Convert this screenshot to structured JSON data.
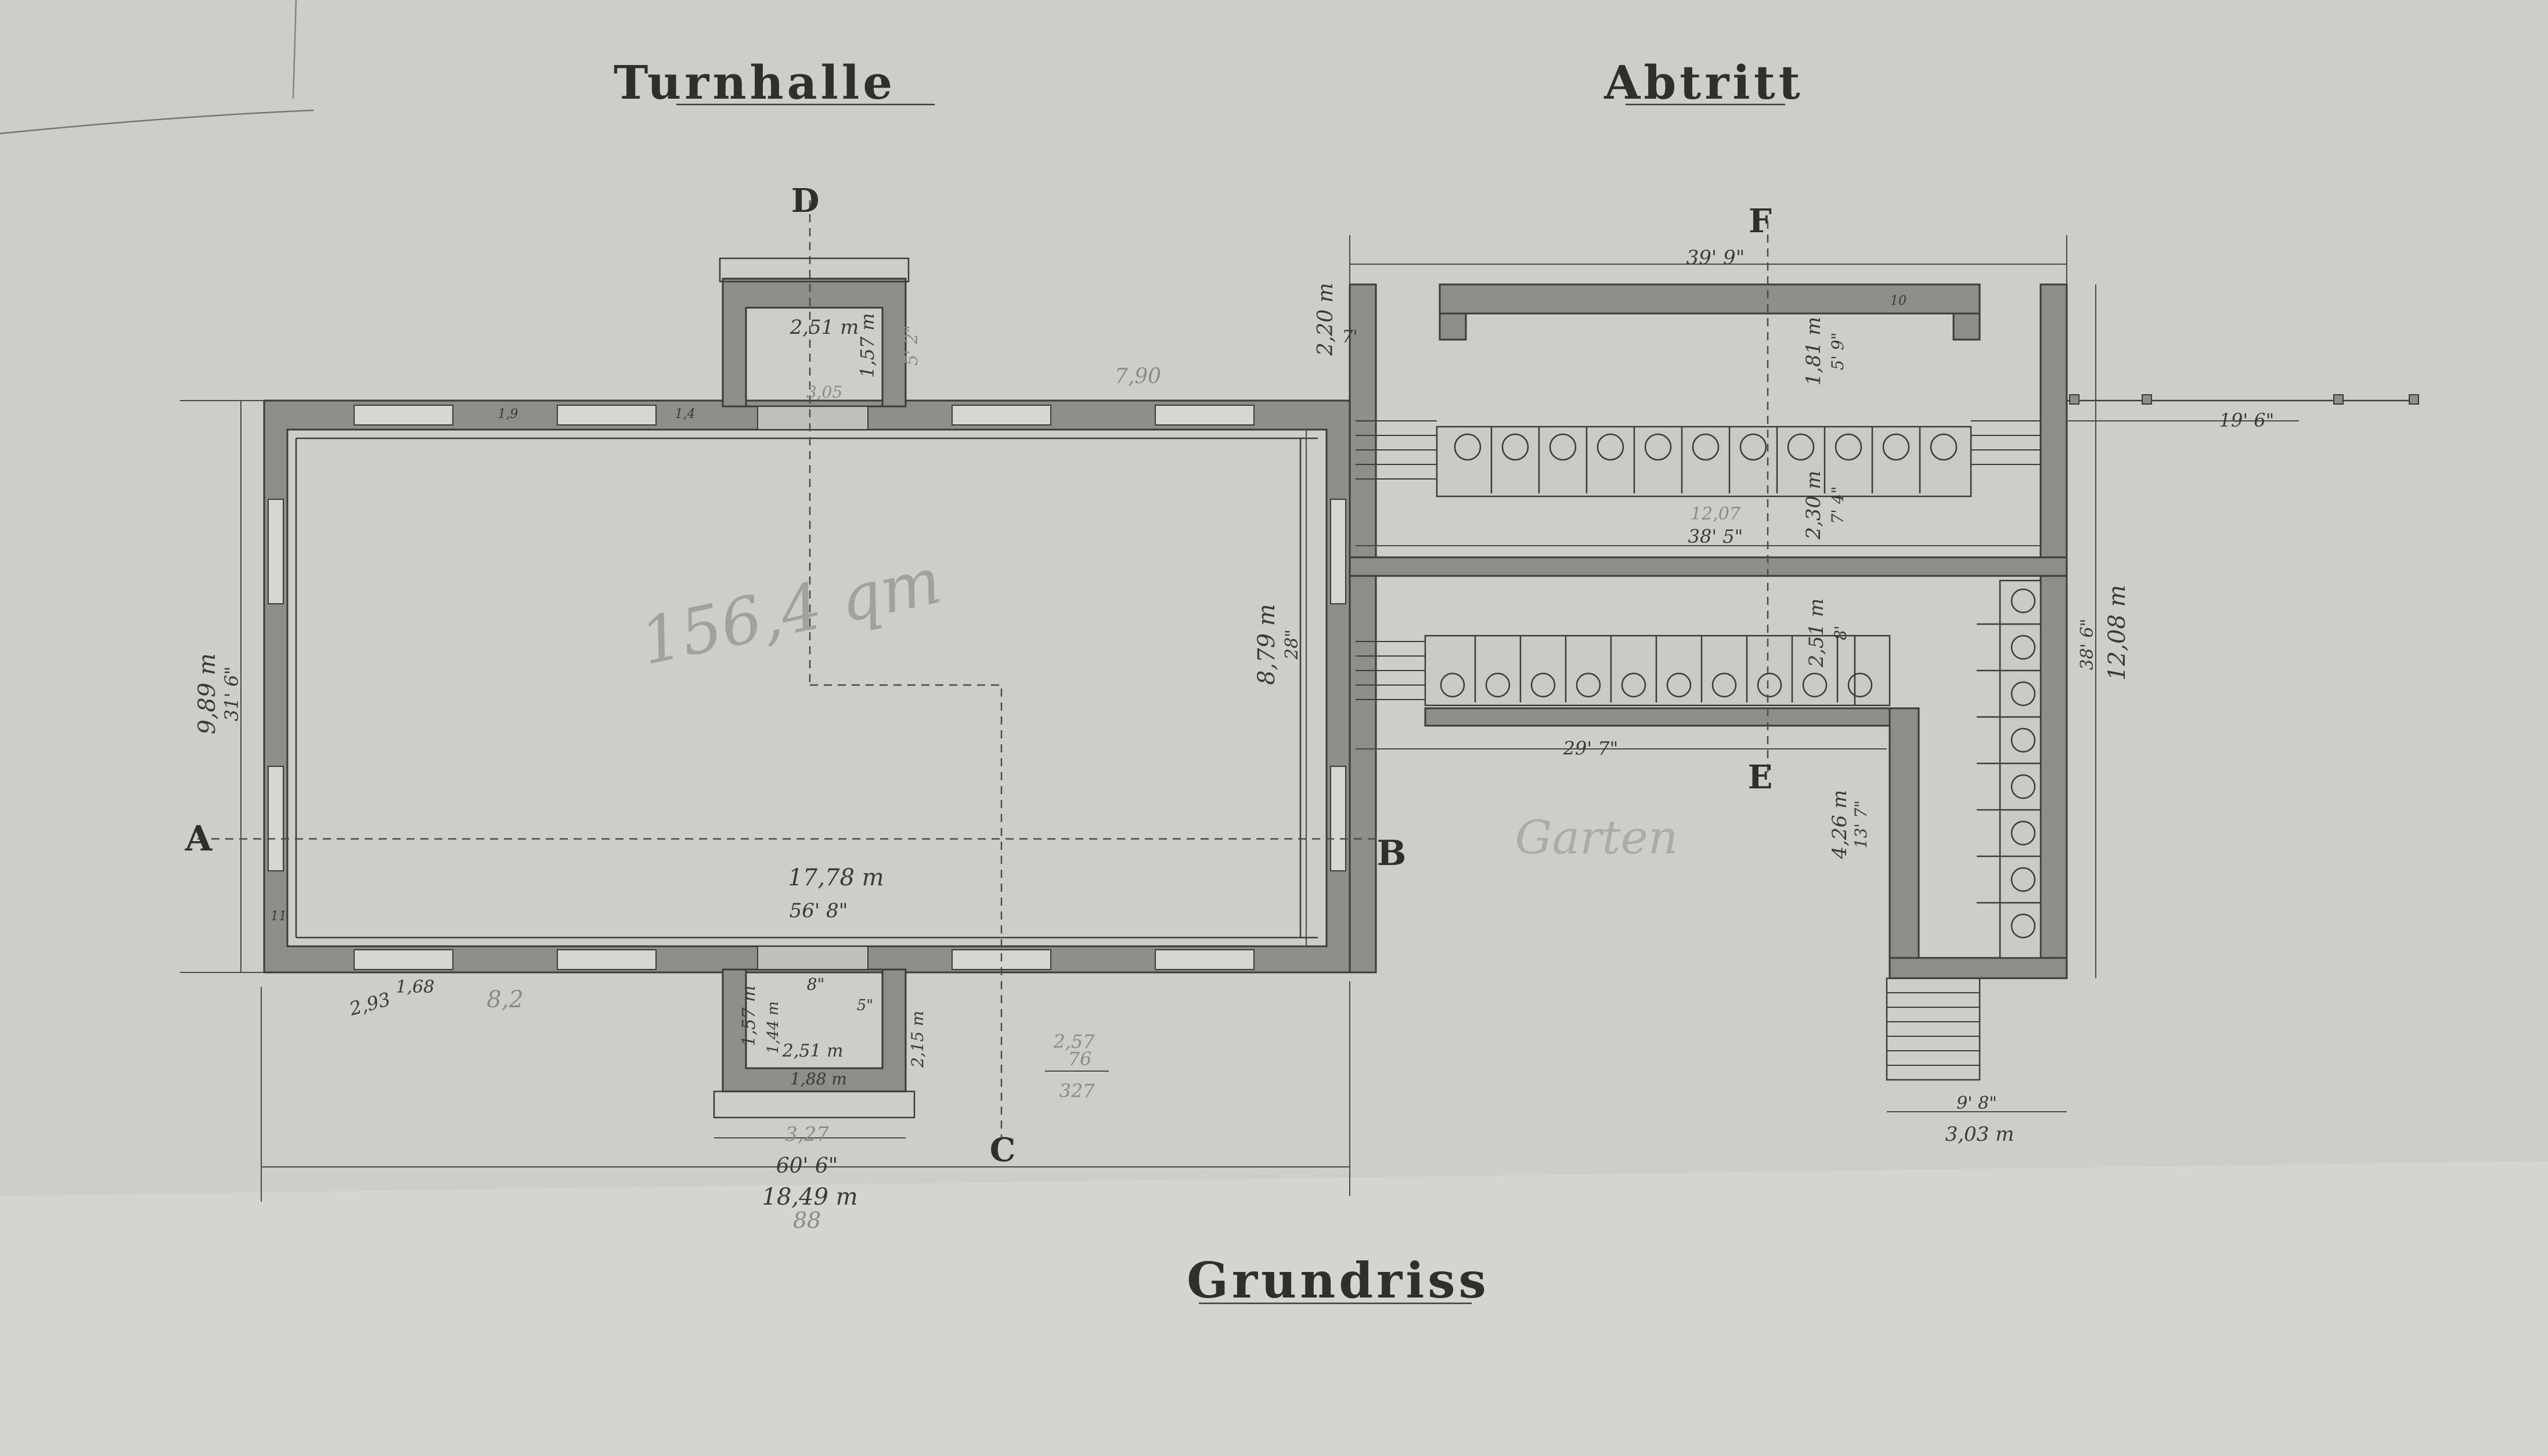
{
  "sheet": {
    "title_gym": "Turnhalle",
    "title_toilet": "Abtritt",
    "title_plan": "Grundriss"
  },
  "section_marks": {
    "A": "A",
    "B": "B",
    "C": "C",
    "D": "D",
    "E": "E",
    "F": "F"
  },
  "dimensions": {
    "total_width_m": "18,49 m",
    "total_width_ft": "60' 6\"",
    "total_width_note": "88",
    "gym_depth_m": "9,89 m",
    "gym_depth_ft": "31' 6\"",
    "hall_depth_m": "8,79 m",
    "hall_depth_ft": "28\"",
    "hall_width_m": "17,78 m",
    "hall_width_ft": "56' 8\"",
    "vestibule_width_m": "2,51 m",
    "vestibule_depth_m": "1,57 m",
    "vestibule_height_ft": "5' 2\"",
    "vestibule_note": "3,05",
    "wall_gap": "7,90",
    "toilet_offset_m": "2,20 m",
    "toilet_offset_ft": "7'",
    "toilet_width_ft": "39' 9\"",
    "toilet_depth_m": "12,08 m",
    "toilet_depth_ft": "38' 6\"",
    "fence_length_ft": "19' 6\"",
    "stall_depth_m": "1,81 m",
    "stall_depth_ft": "5' 9\"",
    "corridor_m": "2,30 m",
    "corridor_ft": "7' 4\"",
    "row_length_ft": "38' 5\"",
    "row_note": "12,07",
    "stall_depth2_m": "2,51 m",
    "stall_depth2_ft": "8'",
    "lower_row_ft": "29' 7\"",
    "yard_m": "4,26 m",
    "yard_ft": "13' 7\"",
    "stair_width_m": "3,03 m",
    "stair_width_ft": "9' 8\"",
    "window_a": "2,93",
    "window_b": "1,68",
    "window_note": "8,2",
    "south_width_m": "2,51 m",
    "south_inner_m": "1,88 m",
    "south_depth_m": "1,57 m",
    "south_depth2_m": "1,44 m",
    "south_side_m": "2,15 m",
    "south_step_ft": "8\"",
    "south_step2_ft": "5\"",
    "south_note": "3,27",
    "calc_a": "2,57",
    "calc_b": "76",
    "calc_c": "327",
    "area_note": "156,4 qm",
    "garden_note": "Garten",
    "pier_1": "1,9",
    "pier_2": "1,4",
    "pier_3": "10",
    "pier_4": "11"
  }
}
